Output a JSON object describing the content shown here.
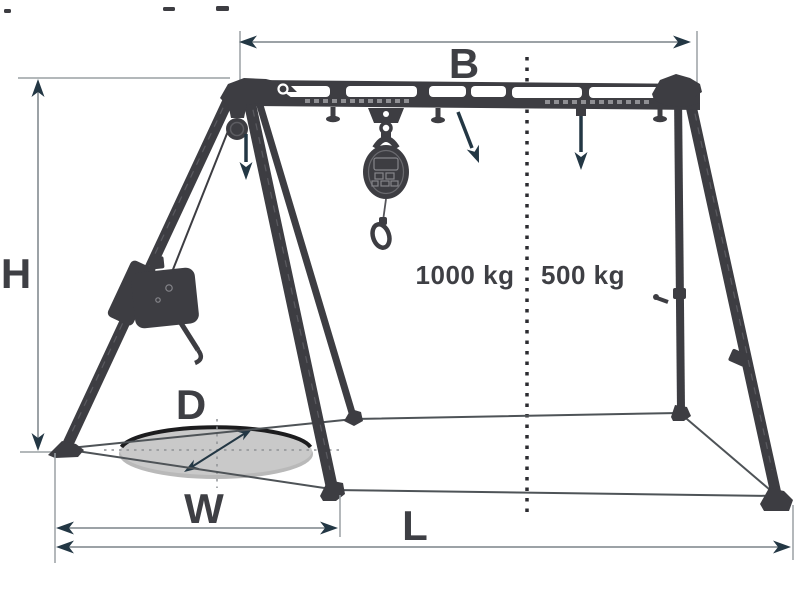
{
  "diagram": {
    "type": "technical-dimension-diagram",
    "subject": "Mobile A-frame gantry with trolley beam, pulley, winch and retractable fall arrester positioned over a round floor opening",
    "dimension_labels": {
      "beam_span": "B",
      "height": "H",
      "opening_diameter": "D",
      "frame_width": "W",
      "overall_length": "L"
    },
    "load_capacities": {
      "left_zone": "1000 kg",
      "right_zone": "500 kg"
    },
    "colors": {
      "background": "#ffffff",
      "structure": "#3d3d42",
      "arrowhead": "#233744",
      "dimension_line": "#7b8388",
      "extension_line": "#9aa0a4",
      "ground_line": "#4e5357",
      "opening_fill": "#c9c9c9",
      "opening_shadow": "#b9b9b9",
      "label_text": "#3e3f44",
      "divider_dots": "#2c2c30"
    }
  }
}
